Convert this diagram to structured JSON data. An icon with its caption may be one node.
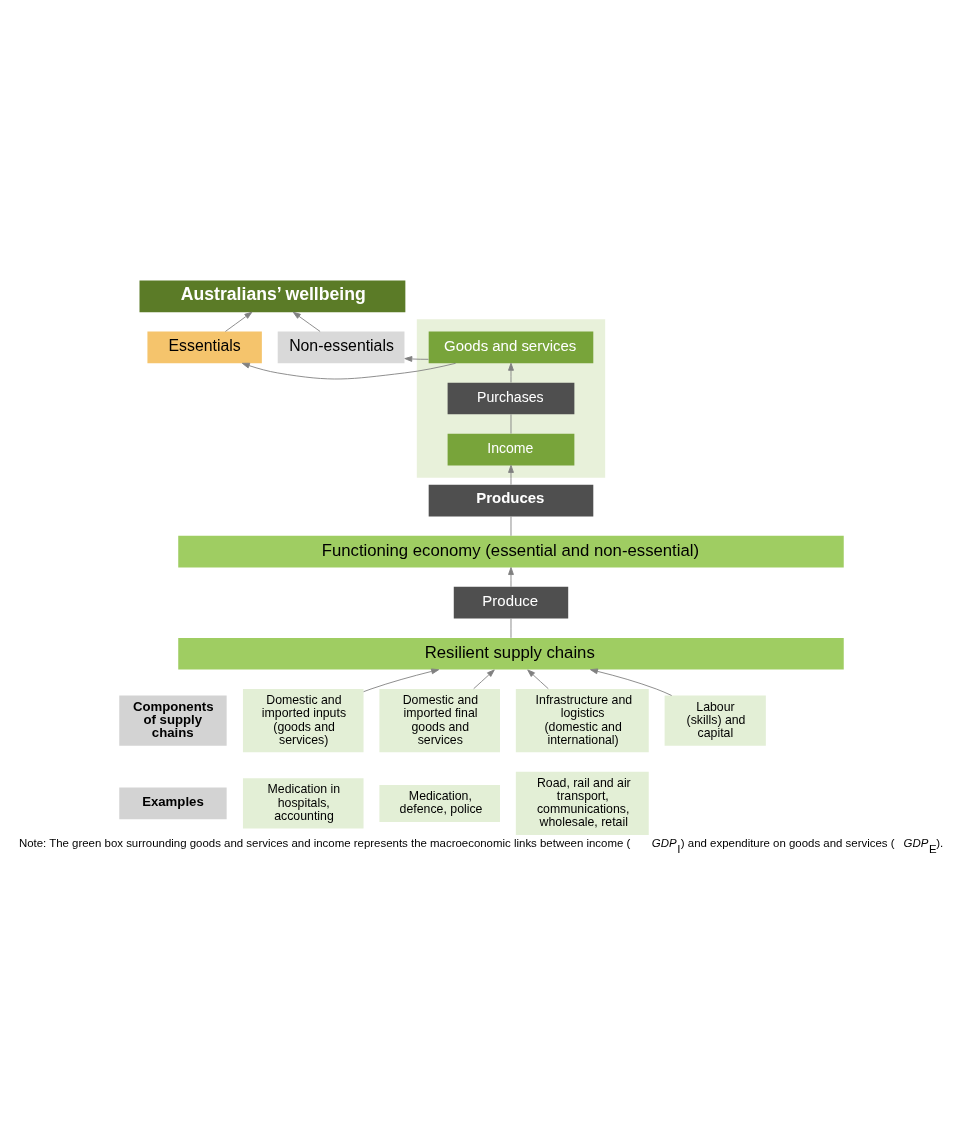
{
  "diagram": {
    "caption": "Note: The green box surrounding goods and services and income represents the macroeconomic links between income (*GDP*$_{I}$) and expenditure on goods and services (*GDP*$_{E}$).",
    "nodes": [
      {
        "text": [
          "Australians’ wellbeing"
        ]
      },
      {
        "text": [
          "Essentials"
        ]
      },
      {
        "text": [],
        "shape": "box"
      },
      {
        "text": [
          "Goods and services"
        ],
        "in": 2
      },
      {
        "text": [
          "Purchases"
        ],
        "in": 2
      },
      {
        "text": [
          "Income"
        ],
        "in": 2
      },
      {
        "text": [
          "Non-essentials"
        ]
      },
      {
        "text": [
          "Produces"
        ]
      },
      {
        "text": [
          "Functioning economy (essential and non-essential)"
        ]
      },
      {
        "text": [
          "Produce"
        ]
      },
      {
        "text": [
          "Resilient supply chains"
        ]
      },
      {
        "text": [
          "Components of supply chains"
        ]
      },
      {
        "text": [
          "Domestic and imported inputs (goods and services)"
        ]
      },
      {
        "text": [
          "Domestic and imported final goods and services"
        ]
      },
      {
        "text": [
          "Infrastructure and logistics (domestic and international)"
        ]
      },
      {
        "text": [
          "Labour (skills) and capital"
        ]
      },
      {
        "text": [
          "Examples"
        ]
      },
      {
        "text": [
          "Medication in hospitals, accounting"
        ]
      },
      {
        "text": [
          "Medication, defence, police"
        ]
      },
      {
        "text": [
          "Road, rail and air transport, communications, wholesale, retail"
        ]
      }
    ],
    "edges": [
      {
        "from": 1,
        "to": 0,
        "arrow": "to"
      },
      {
        "from": 6,
        "to": 0,
        "arrow": "to"
      },
      {
        "from": 3,
        "to": 1,
        "arrow": "to"
      },
      {
        "from": 3,
        "to": 6,
        "arrow": "to"
      },
      {
        "from": 4,
        "to": 3,
        "arrow": "to"
      },
      {
        "from": 5,
        "to": 4,
        "arrow": "none"
      },
      {
        "from": 7,
        "to": 5,
        "arrow": "to"
      },
      {
        "from": 8,
        "to": 7,
        "arrow": "none"
      },
      {
        "from": 9,
        "to": 8,
        "arrow": "to"
      },
      {
        "from": 10,
        "to": 9,
        "arrow": "none"
      },
      {
        "from": 12,
        "to": 10,
        "arrow": "to"
      },
      {
        "from": 13,
        "to": 10,
        "arrow": "to"
      },
      {
        "from": 14,
        "to": 10,
        "arrow": "to"
      },
      {
        "from": 15,
        "to": 10,
        "arrow": "to"
      }
    ]
  }
}
